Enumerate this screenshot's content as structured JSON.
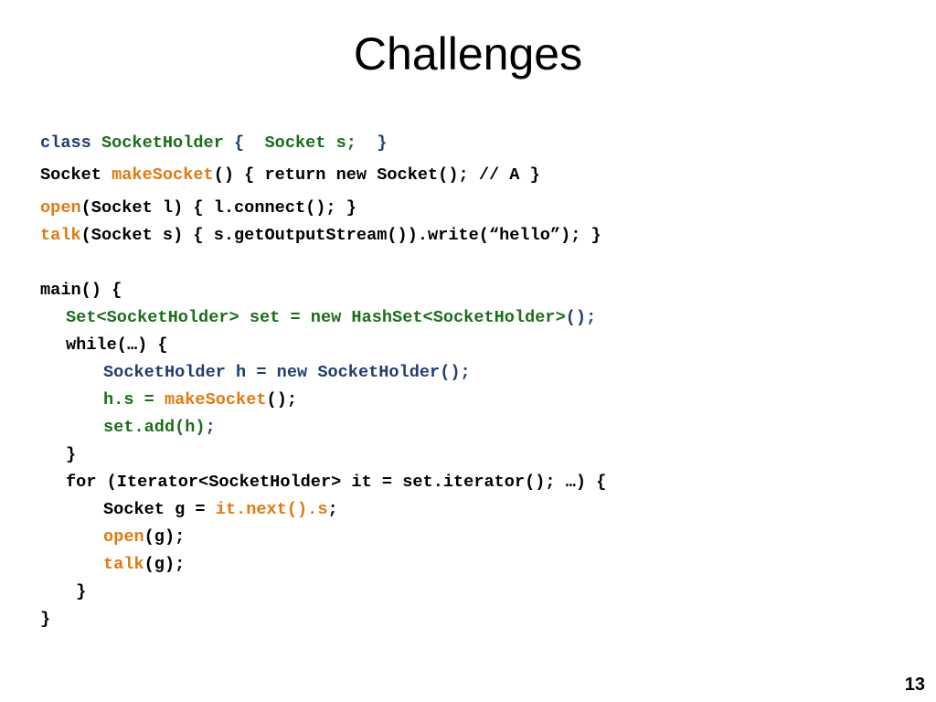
{
  "slide": {
    "title": "Challenges",
    "page_number": "13"
  },
  "colors": {
    "keyword_blue": "#1f3e6e",
    "type_green": "#1a6e1a",
    "method_orange": "#e07a10",
    "text_black": "#000000"
  },
  "code_lines": [
    {
      "indent": 0,
      "segments": [
        {
          "text": "class ",
          "color": "blue"
        },
        {
          "text": "SocketHolder ",
          "color": "green"
        },
        {
          "text": "{  ",
          "color": "blue"
        },
        {
          "text": "Socket s;  ",
          "color": "green"
        },
        {
          "text": "}",
          "color": "blue"
        }
      ]
    },
    {
      "indent": 0,
      "segments": [
        {
          "text": "Socket ",
          "color": "black"
        },
        {
          "text": "makeSocket",
          "color": "orange"
        },
        {
          "text": "() { return new Socket(); // A }",
          "color": "black"
        }
      ]
    },
    {
      "indent": 0,
      "segments": [
        {
          "text": "open",
          "color": "orange"
        },
        {
          "text": "(Socket l) { l.connect(); }",
          "color": "black"
        }
      ]
    },
    {
      "indent": 0,
      "segments": [
        {
          "text": "talk",
          "color": "orange"
        },
        {
          "text": "(Socket s) { s.getOutputStream()).write(“hello”); }",
          "color": "black"
        }
      ]
    },
    {
      "indent": 0,
      "segments": []
    },
    {
      "indent": 0,
      "segments": [
        {
          "text": "main() {",
          "color": "black"
        }
      ]
    },
    {
      "indent": 1,
      "segments": [
        {
          "text": "Set<SocketHolder> set = new HashSet<SocketHolder>",
          "color": "green"
        },
        {
          "text": "();",
          "color": "blue"
        }
      ]
    },
    {
      "indent": 1,
      "segments": [
        {
          "text": "while(…) {",
          "color": "black"
        }
      ]
    },
    {
      "indent": 2,
      "segments": [
        {
          "text": "SocketHolder h = new SocketHolder();",
          "color": "blue"
        }
      ]
    },
    {
      "indent": 2,
      "segments": [
        {
          "text": "h.s = ",
          "color": "green"
        },
        {
          "text": "makeSocket",
          "color": "orange"
        },
        {
          "text": "();",
          "color": "black"
        }
      ]
    },
    {
      "indent": 2,
      "segments": [
        {
          "text": "set.add(h)",
          "color": "green"
        },
        {
          "text": ";",
          "color": "blue"
        }
      ]
    },
    {
      "indent": 1,
      "segments": [
        {
          "text": "}",
          "color": "black"
        }
      ]
    },
    {
      "indent": 1,
      "segments": [
        {
          "text": "for (Iterator<SocketHolder> it = set.iterator(); …) {",
          "color": "black"
        }
      ]
    },
    {
      "indent": 2,
      "segments": [
        {
          "text": "Socket g = ",
          "color": "black"
        },
        {
          "text": "it.next().s",
          "color": "orange"
        },
        {
          "text": ";",
          "color": "black"
        }
      ]
    },
    {
      "indent": 2,
      "segments": [
        {
          "text": "open",
          "color": "orange"
        },
        {
          "text": "(g);",
          "color": "black"
        }
      ]
    },
    {
      "indent": 2,
      "segments": [
        {
          "text": "talk",
          "color": "orange"
        },
        {
          "text": "(g);",
          "color": "black"
        }
      ]
    },
    {
      "indent": 1,
      "segments": [
        {
          "text": " }",
          "color": "black"
        }
      ]
    },
    {
      "indent": 0,
      "segments": [
        {
          "text": "}",
          "color": "black"
        }
      ]
    }
  ]
}
